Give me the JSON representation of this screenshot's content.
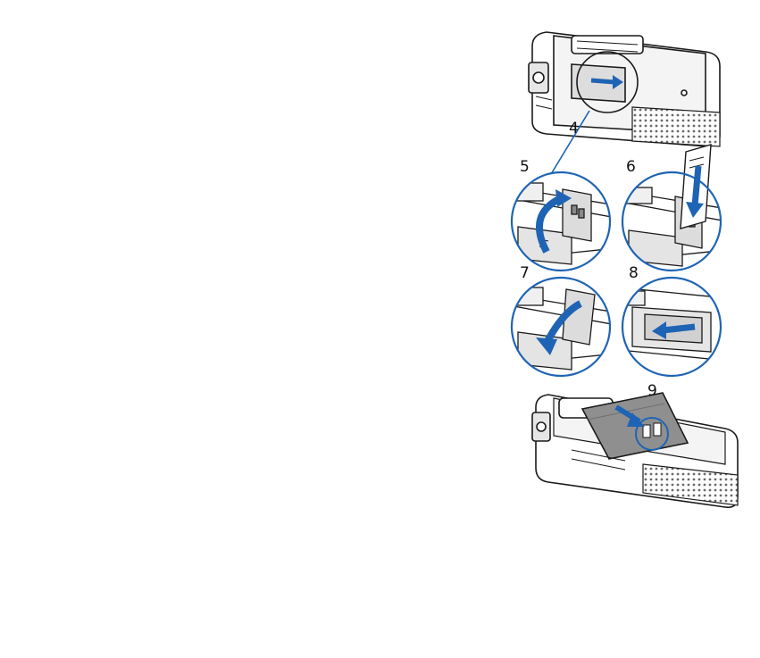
{
  "illustration": {
    "steps": [
      "4",
      "5",
      "6",
      "7",
      "8",
      "9"
    ],
    "colors": {
      "line": "#1a1a1a",
      "device": "#ffffff",
      "shade": "#d9d9d9",
      "dark": "#8a8a8a",
      "accent": "#1f64b4"
    }
  }
}
